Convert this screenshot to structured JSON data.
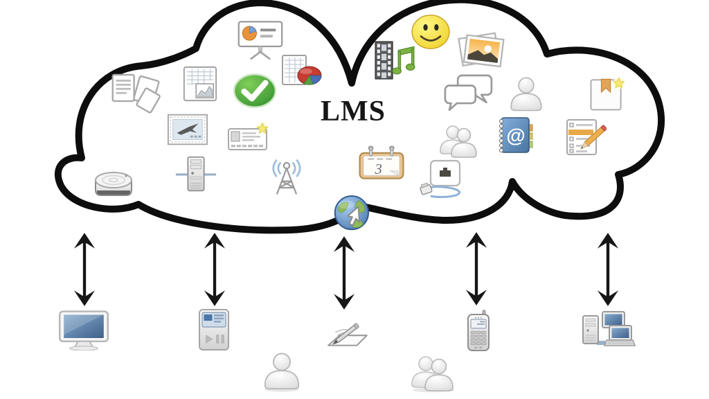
{
  "diagram": {
    "type": "cloud-connectivity-diagram",
    "title": "LMS"
  },
  "cloud": {
    "label": "LMS",
    "fill": "#ffffff",
    "outline": "#0d0d0d",
    "icons": [
      {
        "name": "presentation-chart-icon"
      },
      {
        "name": "document-stack-icon"
      },
      {
        "name": "spreadsheet-document-icon"
      },
      {
        "name": "approval-check-icon"
      },
      {
        "name": "spreadsheet-pie-chart-icon"
      },
      {
        "name": "film-music-media-icon"
      },
      {
        "name": "smiley-face-icon"
      },
      {
        "name": "photo-stack-icon"
      },
      {
        "name": "chat-bubbles-icon"
      },
      {
        "name": "user-icon"
      },
      {
        "name": "bookmarked-book-icon"
      },
      {
        "name": "address-book-icon"
      },
      {
        "name": "checklist-pencil-icon"
      },
      {
        "name": "user-group-icon"
      },
      {
        "name": "calendar-icon"
      },
      {
        "name": "postage-stamp-icon"
      },
      {
        "name": "id-card-icon"
      },
      {
        "name": "hard-drive-icon"
      },
      {
        "name": "server-icon"
      },
      {
        "name": "wireless-antenna-icon"
      },
      {
        "name": "network-connection-icon"
      },
      {
        "name": "globe-pointer-icon"
      }
    ]
  },
  "calendar": {
    "day": "3"
  },
  "address_book": {
    "symbol": "@"
  },
  "arrows": [
    {
      "name": "sync-arrow-desktop",
      "direction": "bidirectional"
    },
    {
      "name": "sync-arrow-media-player",
      "direction": "bidirectional"
    },
    {
      "name": "sync-arrow-pen-tablet",
      "direction": "bidirectional"
    },
    {
      "name": "sync-arrow-mobile-phone",
      "direction": "bidirectional"
    },
    {
      "name": "sync-arrow-workstation",
      "direction": "bidirectional"
    }
  ],
  "devices": [
    {
      "name": "desktop-monitor-icon"
    },
    {
      "name": "media-player-icon"
    },
    {
      "name": "pen-tablet-icon"
    },
    {
      "name": "mobile-phone-icon"
    },
    {
      "name": "computer-workstation-icon"
    }
  ],
  "people": [
    {
      "name": "single-user-icon"
    },
    {
      "name": "user-pair-icon"
    }
  ],
  "palette": {
    "outline_black": "#0d0d0d",
    "check_green": "#3f9a35",
    "smiley_yellow": "#f2d32f",
    "screen_blue": "#5b84b4",
    "book_blue": "#5d89bd",
    "accent_orange": "#e8a33d",
    "pie_red": "#c83b32",
    "globe_green": "#8fba5a",
    "wave_blue": "#9fc0dd",
    "gray_icon": "#b5b5b5"
  }
}
